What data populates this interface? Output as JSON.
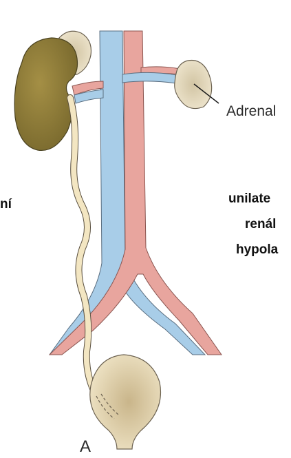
{
  "labels": {
    "adrenal": "Adrenal",
    "panel": "A"
  },
  "overlay_text": {
    "left_fragment": "ní",
    "right_lines": [
      "unilate",
      "renál",
      "hypola"
    ]
  },
  "colors": {
    "kidney": "#8f7d3a",
    "adrenal_gland": "#e8dcc0",
    "vein": "#a8cde8",
    "artery": "#e8a59e",
    "ureter": "#f3e6c2",
    "bladder": "#e6d7ad",
    "outline": "#5a5040"
  }
}
